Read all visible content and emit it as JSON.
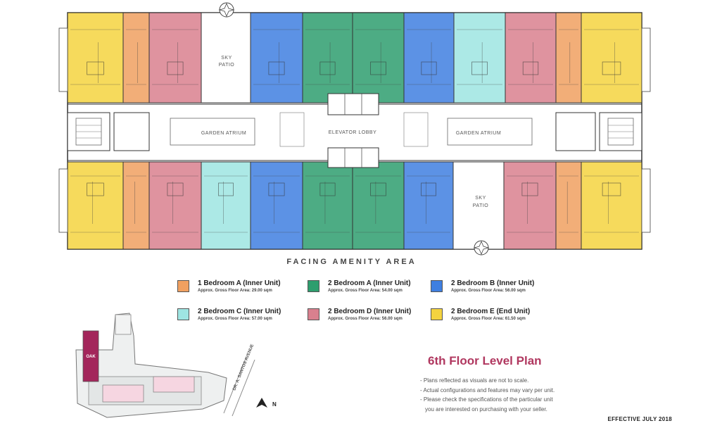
{
  "plan": {
    "labels": {
      "sky_patio_top": [
        "SKY",
        "PATIO"
      ],
      "sky_patio_bottom": [
        "SKY",
        "PATIO"
      ],
      "garden_atrium_left": "GARDEN ATRIUM",
      "garden_atrium_right": "GARDEN ATRIUM",
      "elevator_lobby": "ELEVATOR LOBBY"
    },
    "facing": "FACING AMENITY AREA"
  },
  "colors": {
    "1BR_A": "#f0a060",
    "2BR_A": "#2e9e6e",
    "2BR_B": "#3f7fe0",
    "2BR_C": "#9ee5e2",
    "2BR_D": "#d9808e",
    "2BR_E": "#f4d33f"
  },
  "legend": [
    {
      "key": "1BR_A",
      "title": "1 Bedroom A (Inner Unit)",
      "area": "Approx. Gross Floor Area: 29.00 sqm"
    },
    {
      "key": "2BR_A",
      "title": "2 Bedroom A (Inner Unit)",
      "area": "Approx. Gross Floor Area: 54.00 sqm"
    },
    {
      "key": "2BR_B",
      "title": "2 Bedroom B (Inner Unit)",
      "area": "Approx. Gross Floor Area: 56.00 sqm"
    },
    {
      "key": "2BR_C",
      "title": "2 Bedroom C (Inner Unit)",
      "area": "Approx. Gross Floor Area: 57.00 sqm"
    },
    {
      "key": "2BR_D",
      "title": "2 Bedroom D (Inner Unit)",
      "area": "Approx. Gross Floor Area: 56.00 sqm"
    },
    {
      "key": "2BR_E",
      "title": "2 Bedroom E (End Unit)",
      "area": "Approx. Gross Floor Area: 61.50 sqm"
    }
  ],
  "site": {
    "building_label": "OAK",
    "street": "DR. A. SANTOS AVENUE",
    "north": "N",
    "colors": {
      "oak": "#a3265b",
      "other": "#f6d6e1"
    }
  },
  "title": "6th Floor Level Plan",
  "notes": [
    "- Plans reflected as visuals are not to scale.",
    "- Actual configurations and features may vary per unit.",
    "- Please check the specifications of the particular unit",
    "  you are interested on purchasing with your seller."
  ],
  "effective": "EFFECTIVE JULY 2018"
}
